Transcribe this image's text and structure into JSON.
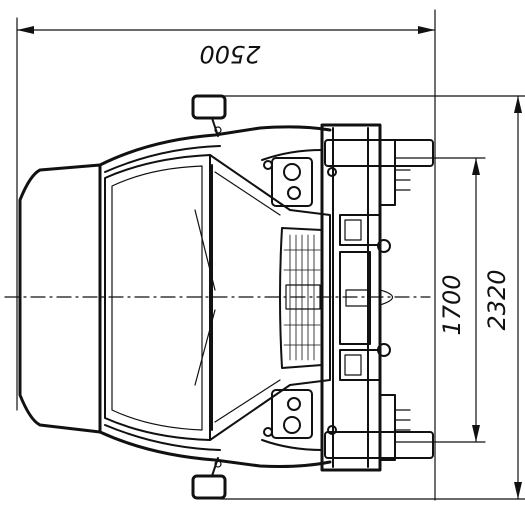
{
  "dimensions": {
    "overall_length": "2500",
    "track": "1700",
    "overall_width": "2320"
  }
}
